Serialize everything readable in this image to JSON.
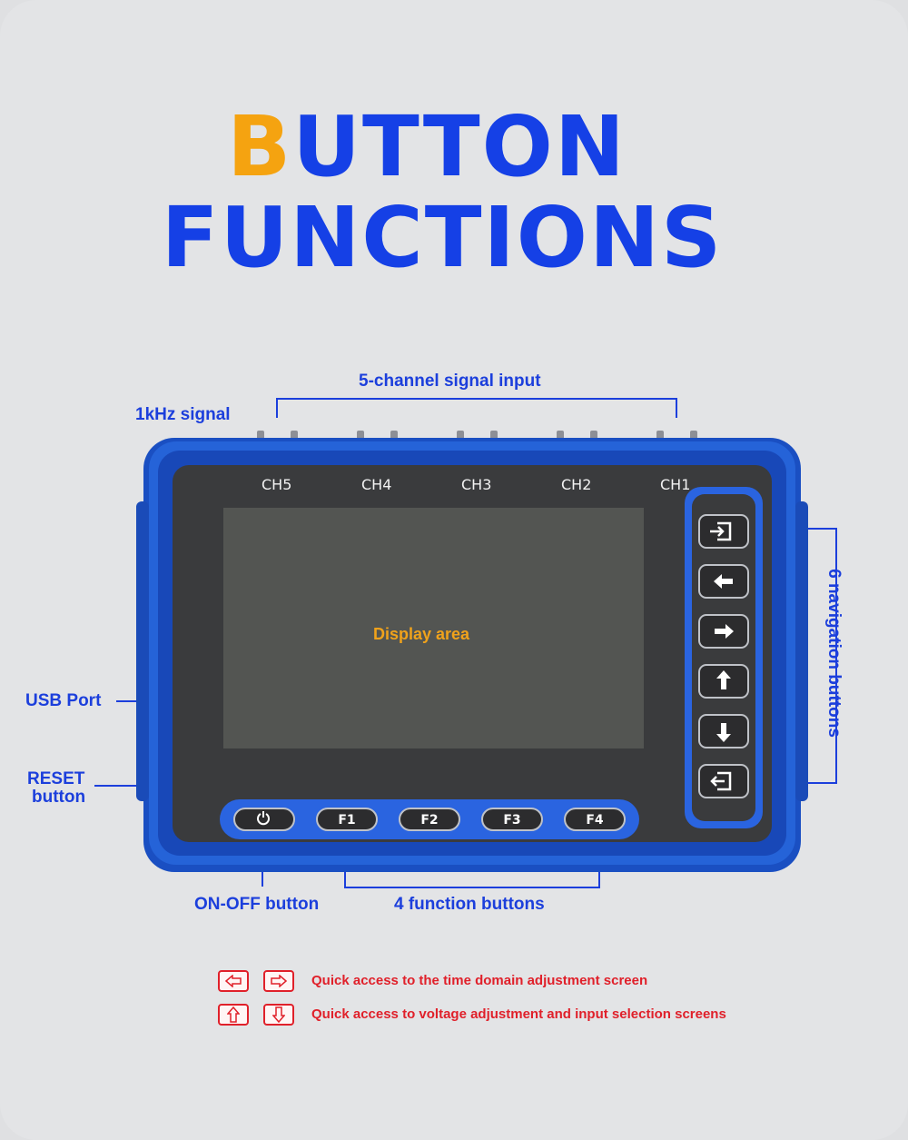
{
  "title": {
    "line1_accent": "B",
    "line1_rest": "UTTON",
    "line2": "FUNCTIONS"
  },
  "callouts": {
    "signal_input": "5-channel signal input",
    "khz_signal": "1kHz signal",
    "usb_port": "USB  Port",
    "reset_line1": "RESET",
    "reset_line2": "button",
    "on_off": "ON-OFF button",
    "function_buttons": "4 function buttons",
    "navigation_buttons": "6 navigation buttons"
  },
  "device": {
    "channels": [
      "CH5",
      "CH4",
      "CH3",
      "CH2",
      "CH1"
    ],
    "display_label": "Display area",
    "function_keys": [
      "F1",
      "F2",
      "F3",
      "F4"
    ],
    "nav_keys": [
      "enter-icon",
      "arrow-left-icon",
      "arrow-right-icon",
      "arrow-up-icon",
      "arrow-down-icon",
      "exit-icon"
    ]
  },
  "legend": [
    {
      "icons": [
        "arrow-left-outline-icon",
        "arrow-right-outline-icon"
      ],
      "text": "Quick access to the time domain adjustment screen"
    },
    {
      "icons": [
        "arrow-up-outline-icon",
        "arrow-down-outline-icon"
      ],
      "text": "Quick access to voltage adjustment and input selection screens"
    }
  ],
  "colors": {
    "accent": "#f5a310",
    "label_blue": "#1c3fdc",
    "device_blue": "#1f5bd1",
    "legend_red": "#e0202a"
  }
}
